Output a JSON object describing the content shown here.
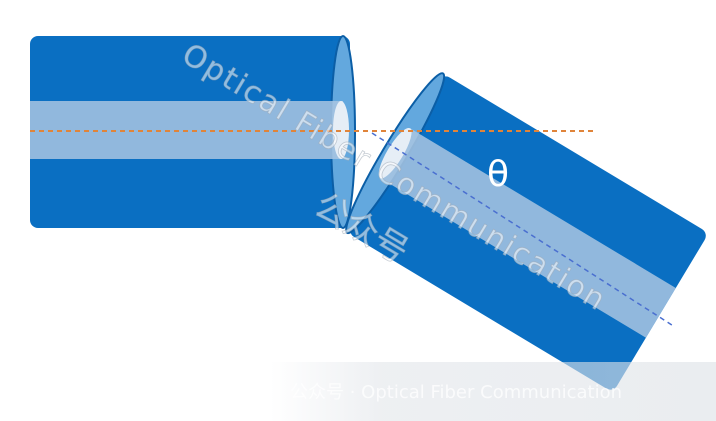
{
  "diagram": {
    "angle_label": "θ",
    "colors": {
      "fiber_body": "#0a6fc2",
      "fiber_edge": "#0b5ea6",
      "fiber_end": "#63a8de",
      "core": "#a9c6e2",
      "left_axis": "#e0843a",
      "right_axis": "#4a6fd0"
    }
  },
  "watermark": {
    "main_text": "Optical Fiber Communication",
    "cn_text": "公众号",
    "footer_text": "公众号 · Optical Fiber Communication"
  }
}
